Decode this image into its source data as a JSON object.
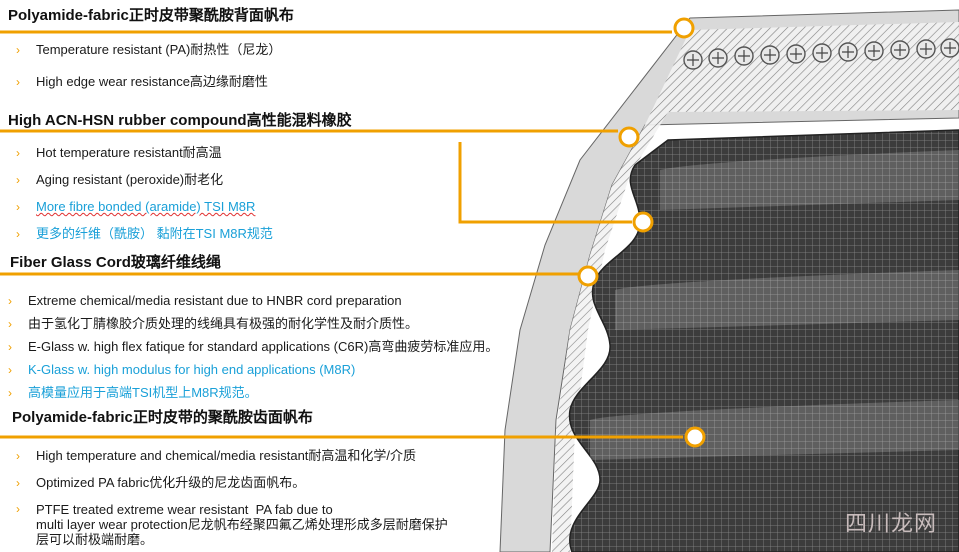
{
  "sections": [
    {
      "id": "pa-fabric-back",
      "heading": "Polyamide-fabric正时皮带聚酰胺背面帆布",
      "bullets": [
        {
          "text": "Temperature resistant (PA)耐热性（尼龙）"
        },
        {
          "text": "High edge wear resistance高边缘耐磨性"
        }
      ]
    },
    {
      "id": "acn-hsn-rubber",
      "heading": "High ACN-HSN rubber compound高性能混料橡胶",
      "bullets": [
        {
          "text": "Hot temperature resistant耐高温"
        },
        {
          "text": "Aging resistant (peroxide)耐老化"
        },
        {
          "text": "More fibre bonded (aramide) TSI M8R",
          "highlight": true
        },
        {
          "text": "更多的纤维（酰胺） 黏附在TSI M8R规范",
          "highlight": true
        }
      ]
    },
    {
      "id": "fiber-glass-cord",
      "heading": "Fiber Glass Cord玻璃纤维线绳",
      "bullets": [
        {
          "text": "Extreme chemical/media resistant due to HNBR  cord preparation"
        },
        {
          "text": "由于氢化丁腈橡胶介质处理的线绳具有极强的耐化学性及耐介质性。"
        },
        {
          "text": "E-Glass w. high flex fatique for standard applications (C6R)高弯曲疲劳标准应用。"
        },
        {
          "text": "K-Glass w. high modulus for high end applications (M8R)",
          "highlight": true
        },
        {
          "text": "高模量应用于高端TSI机型上M8R规范。",
          "highlight": true
        }
      ]
    },
    {
      "id": "pa-fabric-teeth",
      "heading": "Polyamide-fabric正时皮带的聚酰胺齿面帆布",
      "bullets": [
        {
          "text": "High temperature and chemical/media resistant耐高温和化学/介质"
        },
        {
          "text": "Optimized PA fabric优化升级的尼龙齿面帆布。"
        },
        {
          "text": "PTFE treated extreme wear resistant  PA fab due to\nmulti layer wear protection尼龙帆布经聚四氟乙烯处理形成多层耐磨保护\n层可以耐极端耐磨。"
        }
      ]
    }
  ],
  "bullet_marker": "›",
  "watermark": "四川龙网",
  "colors": {
    "accent": "#f0a000",
    "highlight_text": "#1aa0d8",
    "belt_dark": "#3a3a3a",
    "belt_light": "#d9d9d9"
  }
}
